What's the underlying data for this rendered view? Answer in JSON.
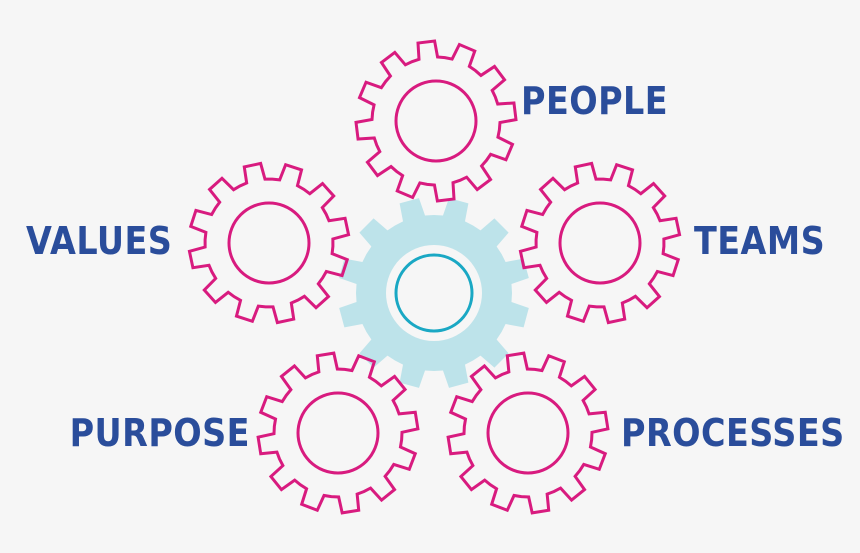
{
  "colors": {
    "background": "#f6f6f6",
    "label_text": "#2a4d9b",
    "outer_gear": "#d81b7f",
    "center_gear_fill": "#bde3ea",
    "center_gear_ring": "#1aa8c4"
  },
  "labels": {
    "people": "PEOPLE",
    "values": "VALUES",
    "teams": "TEAMS",
    "purpose": "PURPOSE",
    "processes": "PROCESSES"
  },
  "icons": {
    "center": "gear-icon",
    "people": "gear-icon",
    "values": "gear-icon",
    "teams": "gear-icon",
    "purpose": "gear-icon",
    "processes": "gear-icon"
  }
}
